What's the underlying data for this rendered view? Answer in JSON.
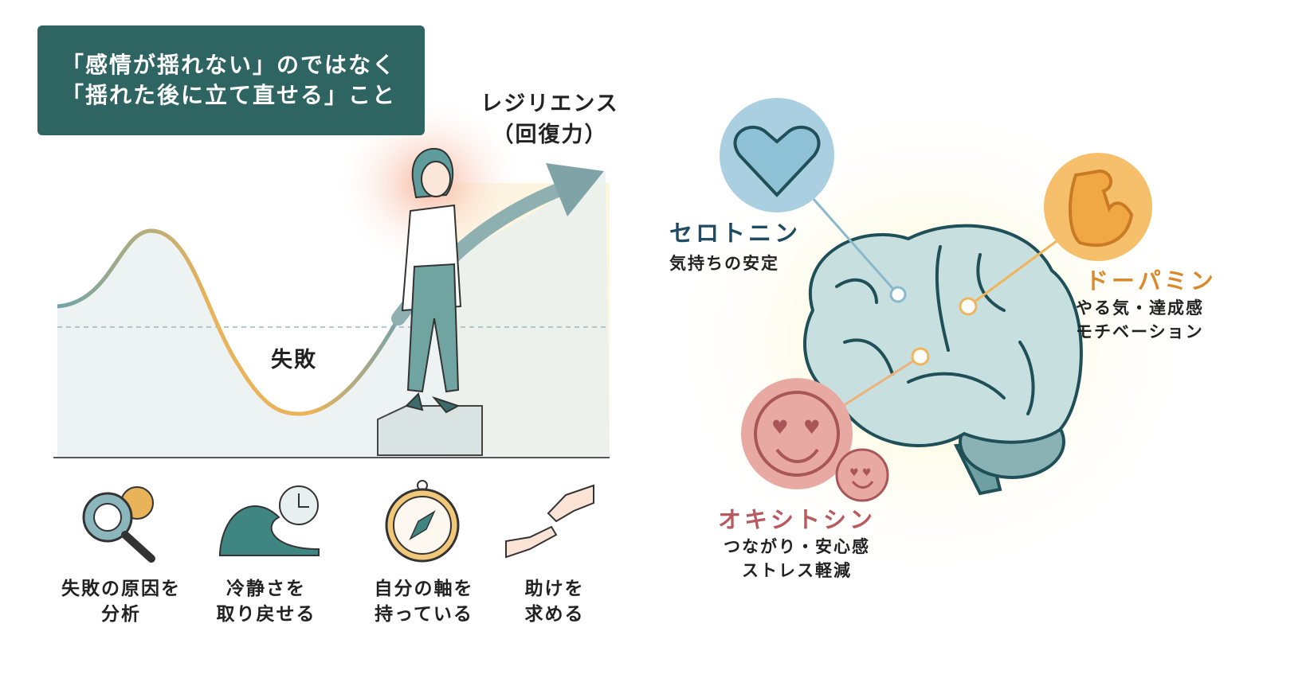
{
  "header": {
    "line1": "「感情が揺れない」のではなく",
    "line2": "「揺れた後に立て直せる」こと"
  },
  "resilience": {
    "title": "レジリエンス",
    "subtitle": "（回復力）"
  },
  "failure_label": "失敗",
  "actions": [
    {
      "icon": "magnifier-gear-icon",
      "line1": "失敗の原因を",
      "line2": "分析"
    },
    {
      "icon": "wave-clock-icon",
      "line1": "冷静さを",
      "line2": "取り戻せる"
    },
    {
      "icon": "compass-icon",
      "line1": "自分の軸を",
      "line2": "持っている"
    },
    {
      "icon": "helping-hands-icon",
      "line1": "助けを",
      "line2": "求める"
    }
  ],
  "neurotransmitters": [
    {
      "name": "セロトニン",
      "desc1": "気持ちの安定",
      "icon": "heart-icon",
      "color": "#1e4b62"
    },
    {
      "name": "ドーパミン",
      "desc1": "やる気・達成感",
      "desc2": "モチベーション",
      "icon": "flexed-arm-icon",
      "color": "#d98a2c"
    },
    {
      "name": "オキシトシン",
      "desc1": "つながり・安心感",
      "desc2": "ストレス軽減",
      "icon": "heart-eyes-smiley-icon",
      "color": "#b85a5f"
    }
  ]
}
